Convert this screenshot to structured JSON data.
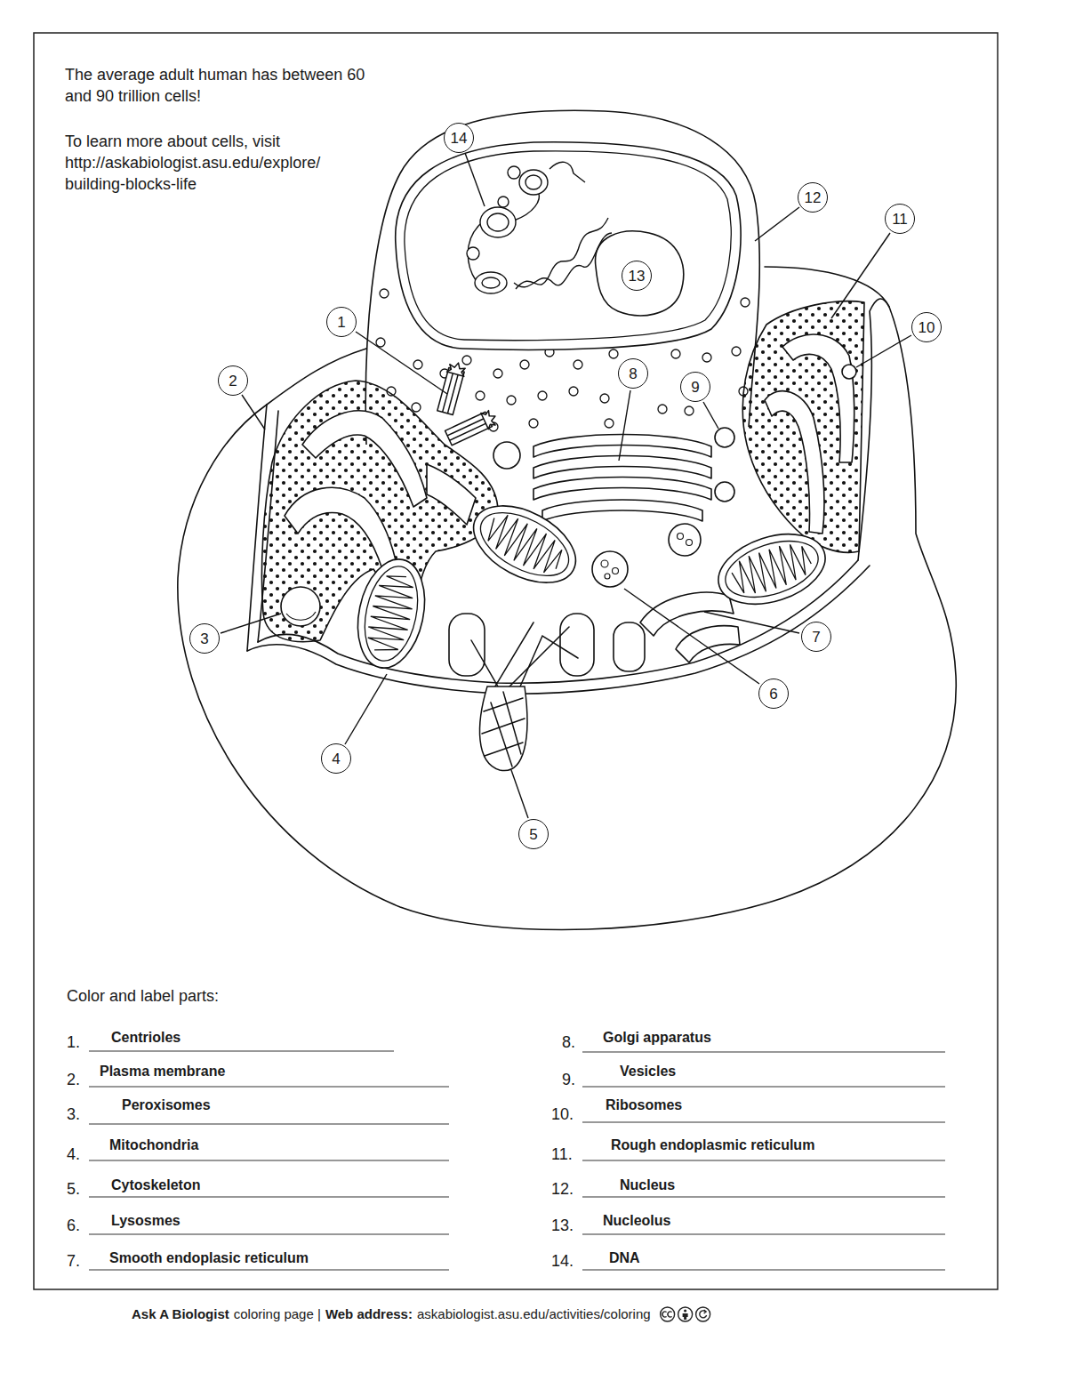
{
  "diagram": {
    "nodes": [
      {
        "text": [
          "1"
        ]
      },
      {
        "text": [
          "2"
        ]
      },
      {
        "text": [
          "3"
        ]
      },
      {
        "text": [
          "4"
        ]
      },
      {
        "text": [
          "5"
        ]
      },
      {
        "text": [
          "6"
        ]
      },
      {
        "text": [
          "7"
        ]
      },
      {
        "text": [
          "8"
        ]
      },
      {
        "text": [
          "9"
        ]
      },
      {
        "text": [
          "10"
        ]
      },
      {
        "text": [
          "11"
        ]
      },
      {
        "text": [
          "12"
        ]
      },
      {
        "text": [
          "13"
        ]
      },
      {
        "text": [
          "14"
        ]
      }
    ],
    "labels": [
      "The average adult human has between 60 and 90 trillion cells!",
      "To learn more about cells, visit http://askabiologist.asu.edu/explore/ building-blocks-life",
      "Color and label parts:",
      "1.",
      "Centrioles",
      "2.",
      "Plasma membrane",
      "3.",
      "Peroxisomes",
      "4.",
      "Mitochondria",
      "5.",
      "Cytoskeleton",
      "6.",
      "Lysosmes",
      "7.",
      "Smooth endoplasic reticulum",
      "8.",
      "Golgi apparatus",
      "9.",
      "Vesicles",
      "10.",
      "Ribosomes",
      "11.",
      "Rough endoplasmic reticulum",
      "12.",
      "Nucleus",
      "13.",
      "Nucleolus",
      "14.",
      "DNA",
      "Ask A Biologist",
      "coloring page |",
      "Web address:",
      "askabiologist.asu.edu/activities/coloring"
    ]
  }
}
